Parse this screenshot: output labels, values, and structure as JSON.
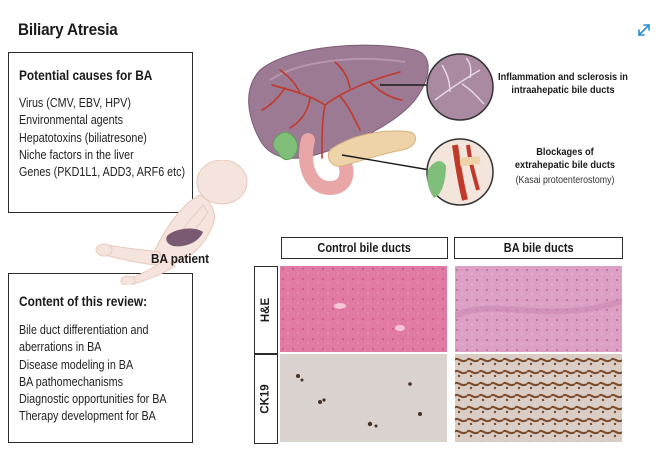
{
  "title": "Biliary Atresia",
  "icons": {
    "expand": "expand-arrows-icon"
  },
  "causes": {
    "heading": "Potential causes for BA",
    "items": [
      "Virus (CMV, EBV, HPV)",
      "Environmental agents",
      "Hepatotoxins (biliatresone)",
      "Niche factors in the liver",
      "Genes (PKD1L1, ADD3, ARF6 etc)"
    ]
  },
  "review": {
    "heading": "Content of this review:",
    "items": [
      "Bile duct differentiation and",
      "aberrations in BA",
      "Disease modeling in BA",
      "BA pathomechanisms",
      "Diagnostic opportunities for BA",
      "Therapy development for BA"
    ]
  },
  "labels": {
    "inflammation": "Inflammation and sclerosis in intraahepatic bile ducts",
    "blockages": "Blockages of extrahepatic bile ducts",
    "kasai": "(Kasai protoenterostomy)",
    "patient": "BA patient"
  },
  "histology": {
    "columns": [
      "Control bile ducts",
      "BA bile ducts"
    ],
    "rows": [
      "H&E",
      "CK19"
    ]
  },
  "colors": {
    "accent_icon": "#2a8fd0",
    "liver": "#9c7a93",
    "gallbladder": "#7fbf7a",
    "duodenum": "#e8a6a6",
    "pancreas": "#efd3a8",
    "he_control": "#e27ba3",
    "he_ba": "#dca0c4",
    "ck19_bg": "#d9d2cf",
    "ck19_stain": "#7b4a2a"
  }
}
